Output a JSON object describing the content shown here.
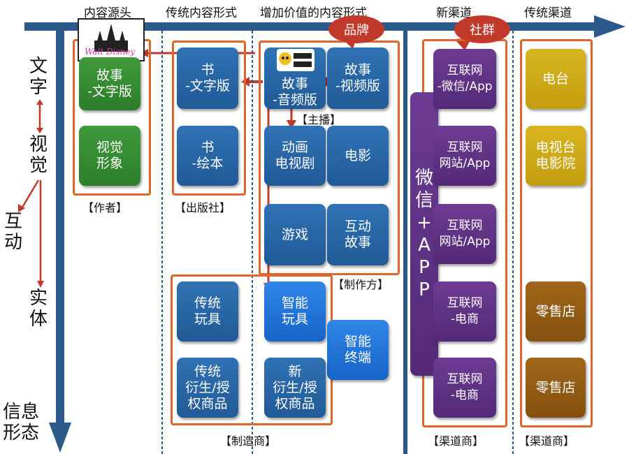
{
  "columns": {
    "source": "内容源头",
    "traditional": "传统内容形式",
    "value_added": "增加价值的内容形式",
    "new_channel": "新渠道",
    "traditional_channel": "传统渠道"
  },
  "left_axis": {
    "text": "文字",
    "visual": "视觉",
    "interactive": "互动",
    "physical": "实体",
    "info_form": "信息\n形态"
  },
  "bubbles": {
    "brand": "品牌",
    "community": "社群"
  },
  "logo": {
    "disney": "Walt Disney",
    "kaishu": "凯叔讲故事"
  },
  "boxes": {
    "story_text": "故事\n-文字版",
    "visual_image": "视觉\n形象",
    "book_text": "书\n-文字版",
    "book_picture": "书\n-绘本",
    "story_audio": "故事\n-音频版",
    "story_video": "故事\n-视频版",
    "animation_tv": "动画\n电视剧",
    "movie": "电影",
    "game": "游戏",
    "interactive_story": "互动\n故事",
    "trad_toy": "传统\n玩具",
    "smart_toy": "智能\n玩具",
    "smart_terminal": "智能\n终端",
    "trad_derivative": "传统\n衍生/授\n权商品",
    "new_derivative": "新\n衍生/授\n权商品",
    "wechat_app": "微\n信\n+\nA\nP\nP",
    "net1": "互联网\n-微信/App",
    "net2": "互联网\n网站/App",
    "net3": "互联网\n网站/App",
    "net4": "互联网\n-电商",
    "net5": "互联网\n-电商",
    "radio": "电台",
    "tv_cinema": "电视台\n电影院",
    "retail1": "零售店",
    "retail2": "零售店"
  },
  "labels": {
    "author": "【作者】",
    "publisher": "【出版社】",
    "anchor": "【主播】",
    "producer": "【制作方】",
    "manufacturer": "【制造商】",
    "channel1": "【渠道商】",
    "channel2": "【渠道商】"
  },
  "colors": {
    "axis": "#2b5a8a",
    "frame": "#e0652a",
    "arrow": "#c0392b",
    "green": "#2c7d2a",
    "blue": "#215a97",
    "purple": "#532a77",
    "yellow": "#c39d10",
    "brown": "#85500f"
  }
}
